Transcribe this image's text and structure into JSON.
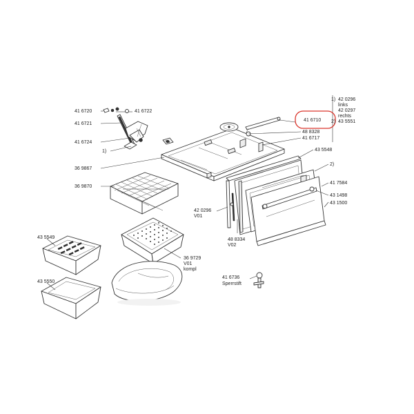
{
  "highlight_color": "#d9342b",
  "labels": {
    "l416720": "41 6720",
    "l416722": "41 6722",
    "l416721": "41 6721",
    "l416724": "41 6724",
    "lnote1": "1)",
    "l369867": "36 9867",
    "l369870": "36 9870",
    "l420296_v01_a": "42 0296",
    "l_v01_a": "V01",
    "l488334": "48 8334",
    "l_v02": "V02",
    "l369729": "36 9729",
    "l_v01_b": "V01",
    "l_kompl": "kompl",
    "l435549": "43 5549",
    "l435550": "43 5550",
    "l416736": "41 6736",
    "l_sperrstift": "Sperrstift",
    "l416710": "41 6710",
    "l488328": "48 8328",
    "l416717": "41 6717",
    "l435548": "43 5548",
    "lnote2": "2)",
    "l417584": "41 7584",
    "l431498": "43 1498",
    "l431500": "43 1500"
  },
  "legend": {
    "n1": "1)",
    "a": "42 0296",
    "a_sub": "links",
    "b": "42 0297",
    "b_sub": "rechts",
    "n2": "2)",
    "c": "43 5551"
  }
}
